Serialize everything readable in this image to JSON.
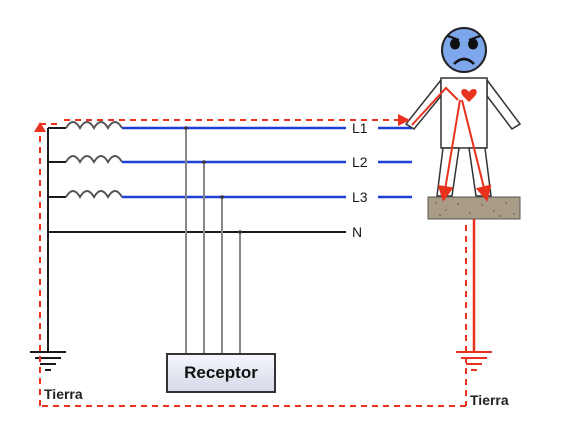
{
  "lines": {
    "l1": "L1",
    "l2": "L2",
    "l3": "L3",
    "n": "N"
  },
  "receptor": "Receptor",
  "ground_left": "Tierra",
  "ground_right": "Tierra",
  "colors": {
    "phase_wire": "#1f3fd8",
    "neutral_wire": "#1a1a1a",
    "current_path": "#e8321e",
    "face": "#7ea6ea",
    "platform": "#a89c86"
  }
}
